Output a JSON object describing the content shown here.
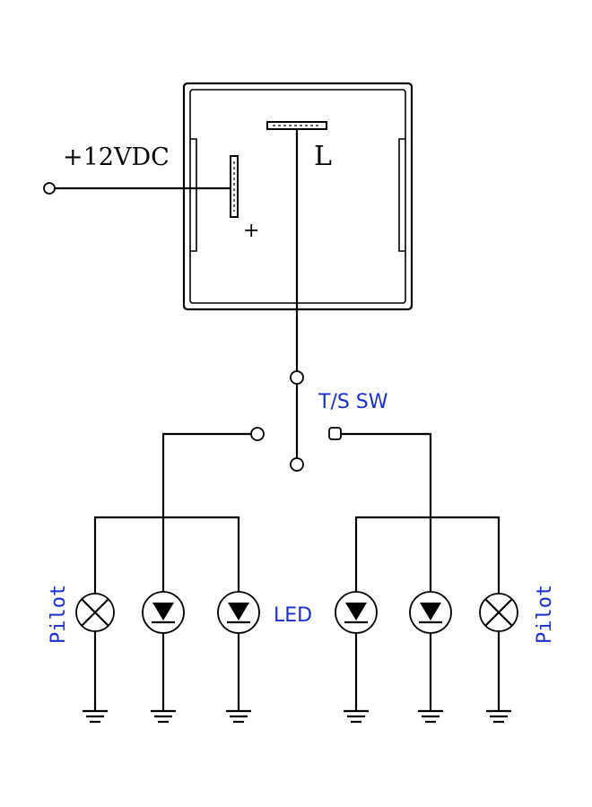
{
  "labels": {
    "supply": "+12VDC",
    "load": "L",
    "plus": "+",
    "switch": "T/S SW",
    "led": "LED",
    "pilot_left": "Pilot",
    "pilot_right": "Pilot"
  },
  "colors": {
    "line": "#000000",
    "blue_label": "#1a2fc8",
    "background": "#ffffff"
  },
  "icons": {
    "lamp": "crossed-circle-lamp",
    "led": "diode-in-circle",
    "ground": "ground-symbol",
    "terminal": "open-terminal"
  }
}
